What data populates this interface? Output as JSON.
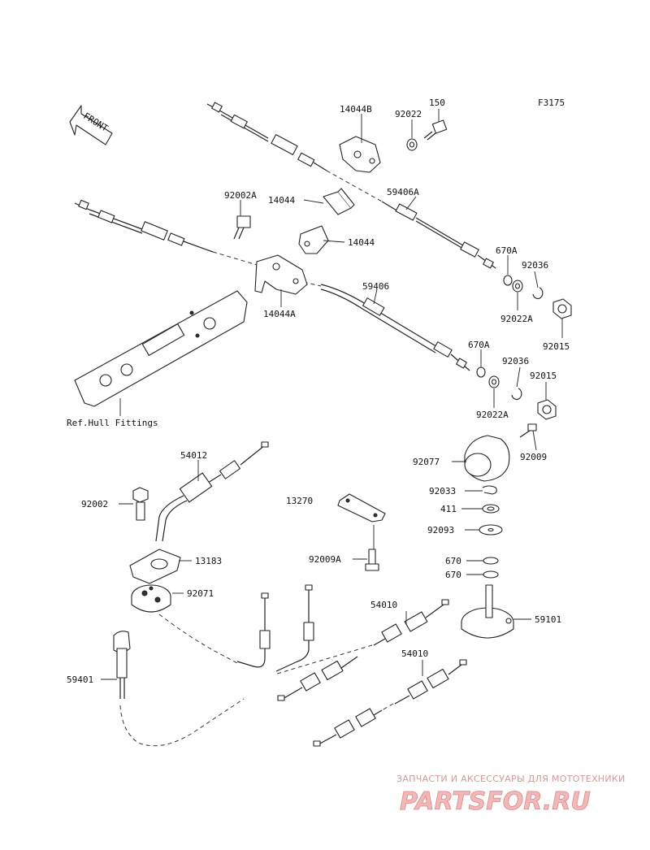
{
  "figure_code": "F3175",
  "front_marker": "FRONT",
  "reference_label": "Ref.Hull Fittings",
  "parts": {
    "p14044B": "14044B",
    "p92022": "92022",
    "p150": "150",
    "p92002A": "92002A",
    "p14044_a": "14044",
    "p14044_b": "14044",
    "p14044A": "14044A",
    "p59406A": "59406A",
    "p59406": "59406",
    "p670A_a": "670A",
    "p92036_a": "92036",
    "p92022A_a": "92022A",
    "p92015_a": "92015",
    "p670A_b": "670A",
    "p92036_b": "92036",
    "p92015_b": "92015",
    "p92022A_b": "92022A",
    "p92009": "92009",
    "p92077": "92077",
    "p92033": "92033",
    "p411": "411",
    "p92093": "92093",
    "p670_a": "670",
    "p670_b": "670",
    "p59101": "59101",
    "p54012": "54012",
    "p92002": "92002",
    "p13183": "13183",
    "p92071": "92071",
    "p13270": "13270",
    "p92009A": "92009A",
    "p54010_a": "54010",
    "p54010_b": "54010",
    "p59401": "59401"
  },
  "watermark": {
    "caption": "ЗАПЧАСТИ И АКСЕССУАРЫ ДЛЯ МОТОТЕХНИКИ",
    "logo": "PARTSFOR.RU"
  }
}
